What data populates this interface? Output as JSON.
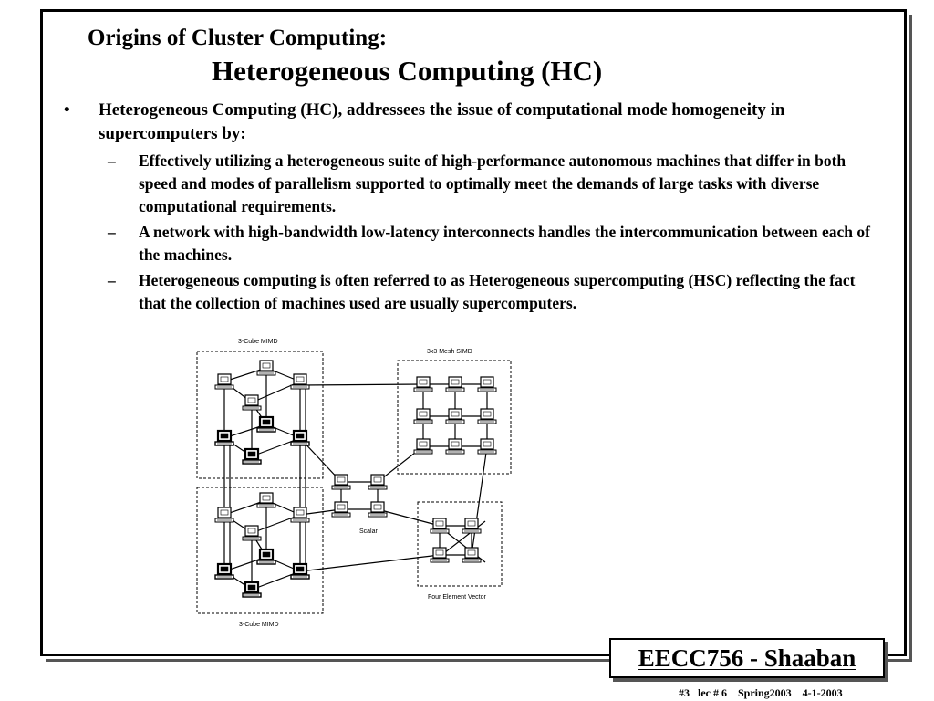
{
  "slide": {
    "title_line1": "Origins of Cluster Computing:",
    "title_line2": "Heterogeneous Computing (HC)"
  },
  "bullet": {
    "marker": "•",
    "text": "Heterogeneous Computing (HC), addressees the issue of computational mode homogeneity in supercomputers by:"
  },
  "subbullets": [
    {
      "marker": "–",
      "text": "Effectively utilizing a heterogeneous suite of high-performance autonomous machines that differ in both speed and modes of parallelism supported to optimally meet the demands of large tasks with diverse computational requirements."
    },
    {
      "marker": "–",
      "text": "A network with high-bandwidth low-latency interconnects handles the intercommunication between each of the machines."
    },
    {
      "marker": "–",
      "text": "Heterogeneous computing is often referred to as Heterogeneous supercomputing (HSC) reflecting the fact that the collection of machines used are usually supercomputers."
    }
  ],
  "diagram": {
    "cube_top_label": "3-Cube MIMD",
    "mesh_label": "3x3 Mesh SIMD",
    "scalar_label": "Scalar",
    "vector_label": "Four Element Vector",
    "cube_bottom_label": "3-Cube MIMD"
  },
  "footer": {
    "title": "EECC756 - Shaaban",
    "info": "#3   lec # 6    Spring2003    4-1-2003"
  }
}
